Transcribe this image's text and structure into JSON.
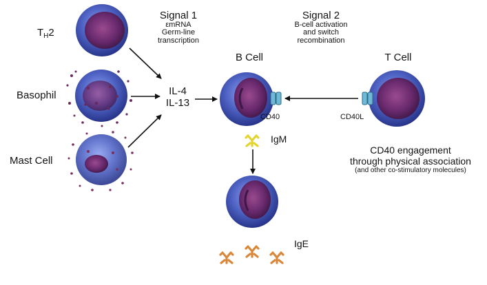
{
  "cells": {
    "th2": {
      "label_main": "T",
      "label_sub": "H",
      "label_tail": "2"
    },
    "basophil": {
      "label": "Basophil"
    },
    "mast": {
      "label": "Mast Cell"
    },
    "bcell": {
      "label": "B Cell"
    },
    "tcell": {
      "label": "T Cell"
    }
  },
  "signal1": {
    "title": "Signal 1",
    "line1": "εmRNA",
    "line2": "Germ-line",
    "line3": "transcription"
  },
  "signal2": {
    "title": "Signal 2",
    "line1": "B-cell activation",
    "line2": "and switch",
    "line3": "recombination"
  },
  "cytokines": {
    "line1": "IL-4",
    "line2": "IL-13"
  },
  "receptors": {
    "cd40": "CD40",
    "cd40l": "CD40L"
  },
  "antibodies": {
    "igm": "IgM",
    "ige": "IgE"
  },
  "engagement": {
    "line1": "CD40 engagement",
    "line2": "through physical association",
    "line3": "(and other co-stimulatory molecules)"
  },
  "colors": {
    "cell_outer": "#4f63c4",
    "cell_nucleus": "#6a2a6e",
    "igm": "#e3d430",
    "ige": "#d9873a",
    "arrow": "#111111"
  }
}
